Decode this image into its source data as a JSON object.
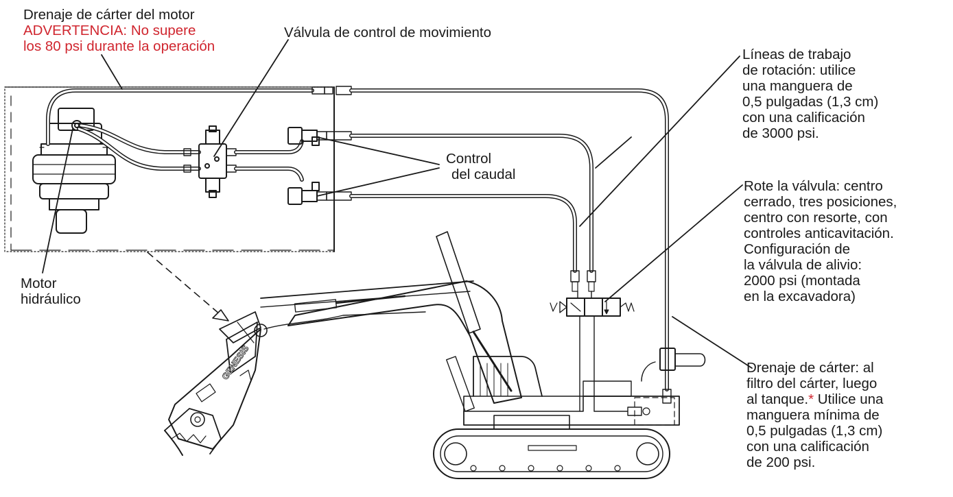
{
  "colors": {
    "warning": "#d0262f",
    "ink": "#1a1a1a"
  },
  "labels": {
    "case_drain_motor": {
      "title": "Drenaje de cárter del motor",
      "warning": [
        "ADVERTENCIA: No supere",
        "los 80 psi durante la operación"
      ]
    },
    "motion_valve": "Válvula de control de movimiento",
    "flow_control": [
      "Control",
      "del caudal"
    ],
    "hydraulic_motor": [
      "Motor",
      "hidráulico"
    ],
    "rotation_lines": [
      "Líneas de trabajo",
      "de rotación: utilice",
      "una manguera de",
      "0,5 pulgadas (1,3 cm)",
      "con una calificación",
      "de 3000 psi."
    ],
    "rotate_valve": [
      "Rote la válvula: centro",
      "cerrado, tres posiciones,",
      "centro con resorte, con",
      "controles anticavitación.",
      "Configuración de",
      "la válvula de alivio:",
      "2000 psi (montada",
      "en la excavadora)"
    ],
    "case_drain": {
      "line1": "Drenaje de cárter: al",
      "line2": "filtro del cárter, luego",
      "line3_text": "al tanque.",
      "line3_star": "*",
      "line3_rest": " Utilice una",
      "rest": [
        "manguera mínima de",
        "0,5 pulgadas (1,3 cm)",
        "con una calificación",
        "de 200 psi."
      ]
    }
  },
  "attachment_brand": "GENESIS"
}
